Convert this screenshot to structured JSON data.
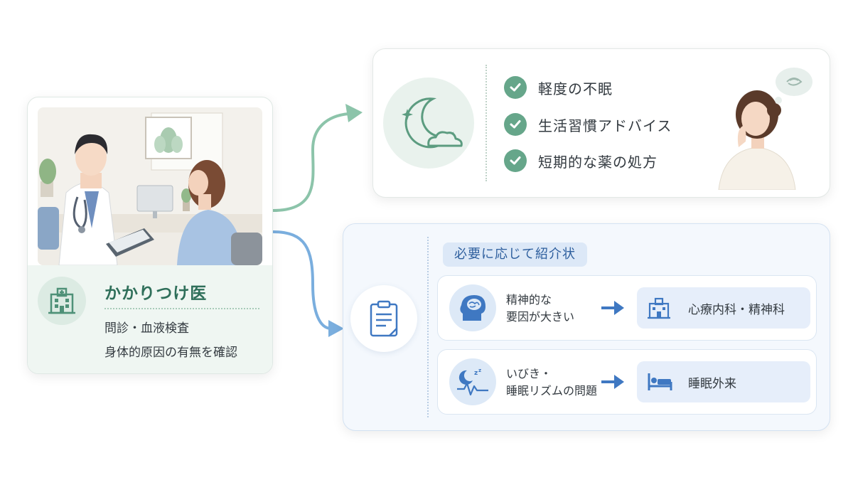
{
  "clinic": {
    "title": "かかりつけ医",
    "line1": "問診・血液検査",
    "line2": "身体的原因の有無を確認"
  },
  "mild": {
    "items": [
      {
        "label": "軽度の不眠"
      },
      {
        "label": "生活習慣アドバイス"
      },
      {
        "label": "短期的な薬の処方"
      }
    ]
  },
  "referral": {
    "badge": "必要に応じて紹介状",
    "rows": [
      {
        "cause_line1": "精神的な",
        "cause_line2": "要因が大きい",
        "destination": "心療内科・精神科"
      },
      {
        "cause_line1": "いびき・",
        "cause_line2": "睡眠リズムの問題",
        "destination": "睡眠外来"
      }
    ]
  },
  "colors": {
    "green_accent": "#66a68a",
    "green_dark": "#2f6f5a",
    "blue_accent": "#4a86d0",
    "blue_dark": "#2e5f9e"
  },
  "icons": [
    "hospital-icon",
    "moon-cloud-icon",
    "check-icon",
    "thought-bubble-icon",
    "clipboard-icon",
    "brain-head-icon",
    "sleep-wave-icon",
    "arrow-right-icon",
    "bed-icon"
  ]
}
